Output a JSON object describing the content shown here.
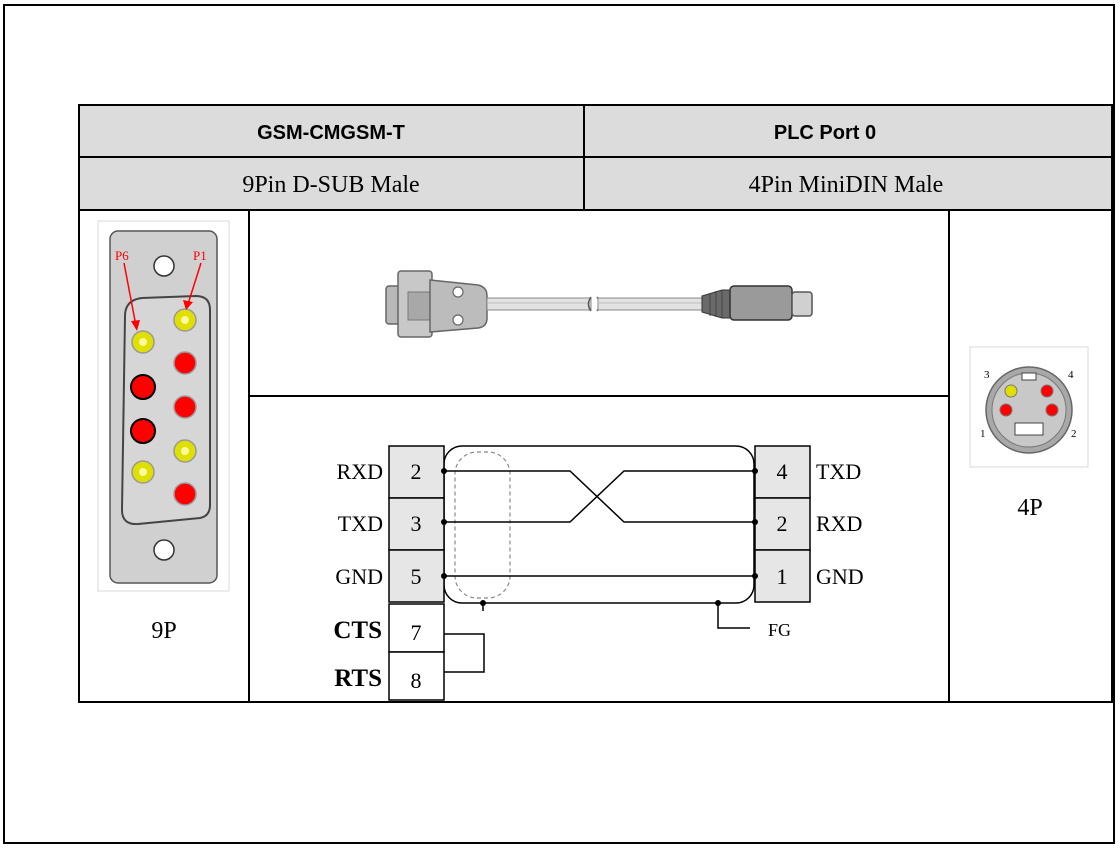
{
  "header": {
    "device": "GSM-CMGSM-T",
    "plc": "PLC Port 0",
    "device_connector": "9Pin D-SUB Male",
    "plc_connector": "4Pin MiniDIN Male"
  },
  "dsub": {
    "caption": "9P",
    "pin_label_left": "P6",
    "pin_label_right": "P1"
  },
  "minidin": {
    "caption": "4P",
    "pin_numbers": [
      "3",
      "4",
      "1",
      "2"
    ]
  },
  "wiring": {
    "left_pins": [
      {
        "signal": "RXD",
        "pin": "2"
      },
      {
        "signal": "TXD",
        "pin": "3"
      },
      {
        "signal": "GND",
        "pin": "5"
      }
    ],
    "right_pins": [
      {
        "signal": "TXD",
        "pin": "4"
      },
      {
        "signal": "RXD",
        "pin": "2"
      },
      {
        "signal": "GND",
        "pin": "1"
      }
    ],
    "jumper_pins": [
      {
        "signal": "CTS",
        "pin": "7"
      },
      {
        "signal": "RTS",
        "pin": "8"
      }
    ],
    "shield_label": "FG"
  },
  "colors": {
    "header_fill": "#dcdcdc",
    "pin_red": "#ff0000",
    "pin_yellow": "#e0e000",
    "annotation_red": "#ff0000"
  }
}
